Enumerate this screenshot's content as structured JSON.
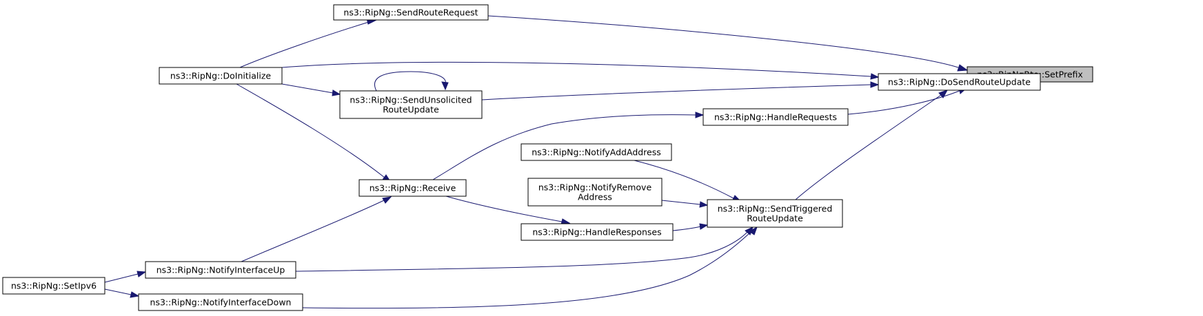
{
  "graph": {
    "nodes": {
      "set_prefix": {
        "lines": [
          "ns3::RipNgRte::SetPrefix"
        ],
        "highlight": true
      },
      "send_route_request": {
        "lines": [
          "ns3::RipNg::SendRouteRequest"
        ]
      },
      "do_send_route_update": {
        "lines": [
          "ns3::RipNg::DoSendRouteUpdate"
        ]
      },
      "handle_requests": {
        "lines": [
          "ns3::RipNg::HandleRequests"
        ]
      },
      "do_initialize": {
        "lines": [
          "ns3::RipNg::DoInitialize"
        ]
      },
      "send_unsolicited_route_update": {
        "lines": [
          "ns3::RipNg::SendUnsolicited",
          "RouteUpdate"
        ]
      },
      "send_triggered_route_update": {
        "lines": [
          "ns3::RipNg::SendTriggered",
          "RouteUpdate"
        ]
      },
      "notify_add_address": {
        "lines": [
          "ns3::RipNg::NotifyAddAddress"
        ]
      },
      "notify_remove_address": {
        "lines": [
          "ns3::RipNg::NotifyRemove",
          "Address"
        ]
      },
      "receive": {
        "lines": [
          "ns3::RipNg::Receive"
        ]
      },
      "handle_responses": {
        "lines": [
          "ns3::RipNg::HandleResponses"
        ]
      },
      "notify_interface_up": {
        "lines": [
          "ns3::RipNg::NotifyInterfaceUp"
        ]
      },
      "notify_interface_down": {
        "lines": [
          "ns3::RipNg::NotifyInterfaceDown"
        ]
      },
      "set_ipv6": {
        "lines": [
          "ns3::RipNg::SetIpv6"
        ]
      }
    },
    "edges": [
      {
        "from": "send_route_request",
        "to": "set_prefix"
      },
      {
        "from": "do_send_route_update",
        "to": "set_prefix"
      },
      {
        "from": "handle_requests",
        "to": "set_prefix"
      },
      {
        "from": "do_initialize",
        "to": "send_route_request"
      },
      {
        "from": "do_initialize",
        "to": "do_send_route_update"
      },
      {
        "from": "do_initialize",
        "to": "send_unsolicited_route_update"
      },
      {
        "from": "do_initialize",
        "to": "receive"
      },
      {
        "from": "send_unsolicited_route_update",
        "to": "do_send_route_update"
      },
      {
        "from": "send_unsolicited_route_update",
        "to": "send_unsolicited_route_update"
      },
      {
        "from": "send_triggered_route_update",
        "to": "do_send_route_update"
      },
      {
        "from": "notify_add_address",
        "to": "send_triggered_route_update"
      },
      {
        "from": "notify_remove_address",
        "to": "send_triggered_route_update"
      },
      {
        "from": "handle_responses",
        "to": "send_triggered_route_update"
      },
      {
        "from": "notify_interface_up",
        "to": "send_triggered_route_update"
      },
      {
        "from": "notify_interface_down",
        "to": "send_triggered_route_update"
      },
      {
        "from": "receive",
        "to": "handle_requests"
      },
      {
        "from": "receive",
        "to": "handle_responses"
      },
      {
        "from": "notify_interface_up",
        "to": "receive"
      },
      {
        "from": "set_ipv6",
        "to": "notify_interface_up"
      },
      {
        "from": "set_ipv6",
        "to": "notify_interface_down"
      }
    ]
  }
}
